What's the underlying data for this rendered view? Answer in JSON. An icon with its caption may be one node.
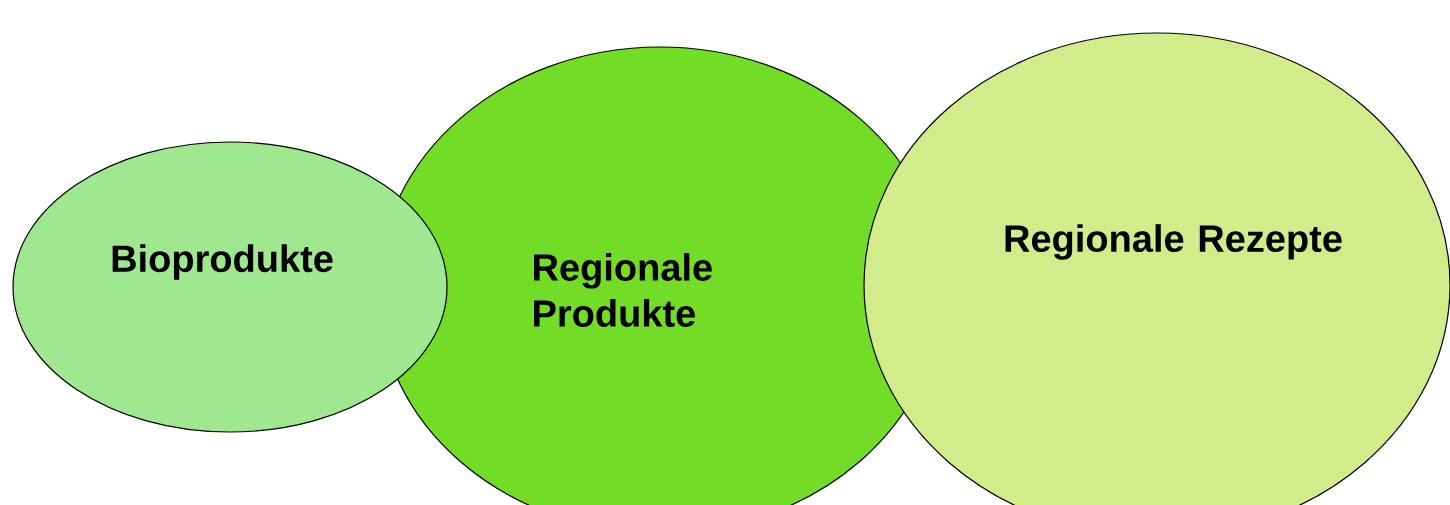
{
  "diagram": {
    "nodes": [
      {
        "text": [
          "Bioprodukte"
        ]
      },
      {
        "text": [
          "Regionale Produkte"
        ]
      },
      {
        "text": [
          "Regionale Rezepte"
        ]
      }
    ]
  }
}
